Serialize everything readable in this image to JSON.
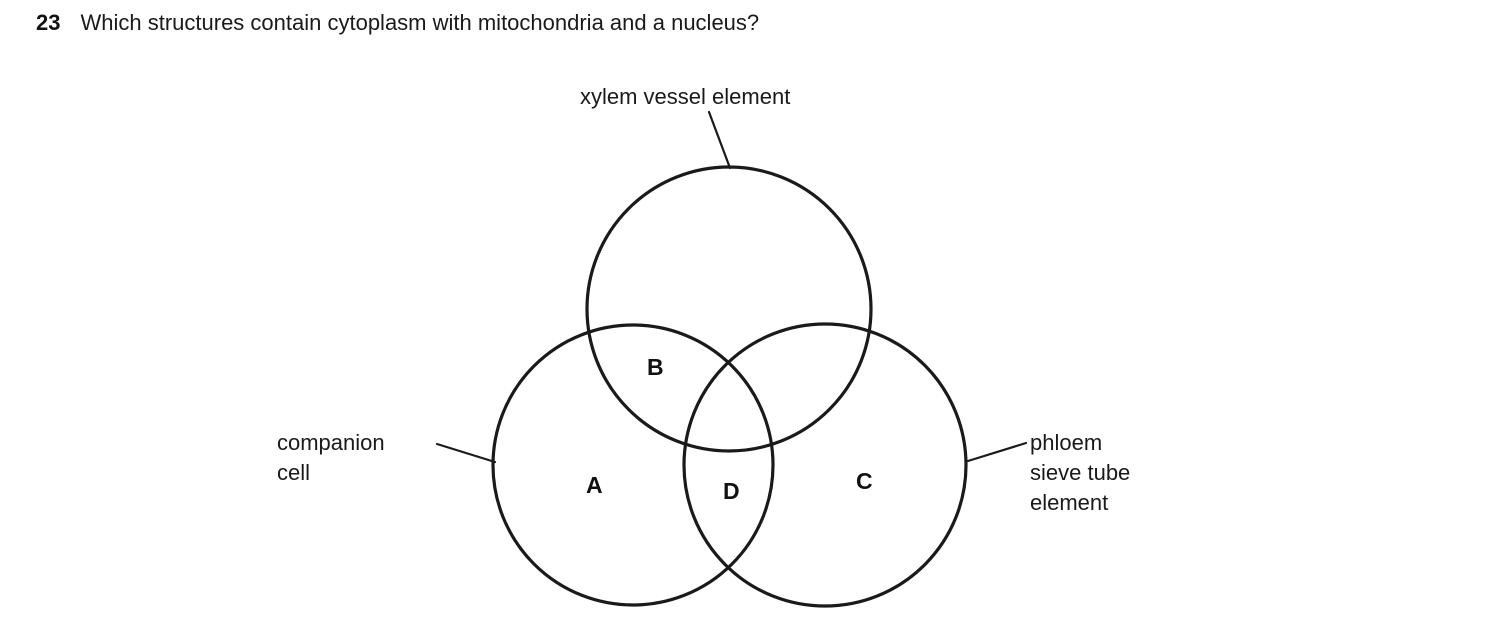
{
  "question": {
    "number": "23",
    "text": "Which structures contain cytoplasm with mitochondria and a nucleus?"
  },
  "diagram": {
    "type": "venn-3-circle",
    "stroke_color": "#1a1a1a",
    "background_color": "#ffffff",
    "set_labels": [
      {
        "id": "xylem",
        "text": "xylem vessel element",
        "position": "top"
      },
      {
        "id": "companion",
        "text": "companion\ncell",
        "position": "left"
      },
      {
        "id": "phloem",
        "text": "phloem\nsieve tube\nelement",
        "position": "right"
      }
    ],
    "region_labels": [
      {
        "id": "A",
        "text": "A",
        "region": "companion-cell-only"
      },
      {
        "id": "B",
        "text": "B",
        "region": "companion-cell-and-xylem"
      },
      {
        "id": "C",
        "text": "C",
        "region": "phloem-sieve-tube-only"
      },
      {
        "id": "D",
        "text": "D",
        "region": "companion-cell-and-phloem-sieve-tube"
      }
    ]
  }
}
